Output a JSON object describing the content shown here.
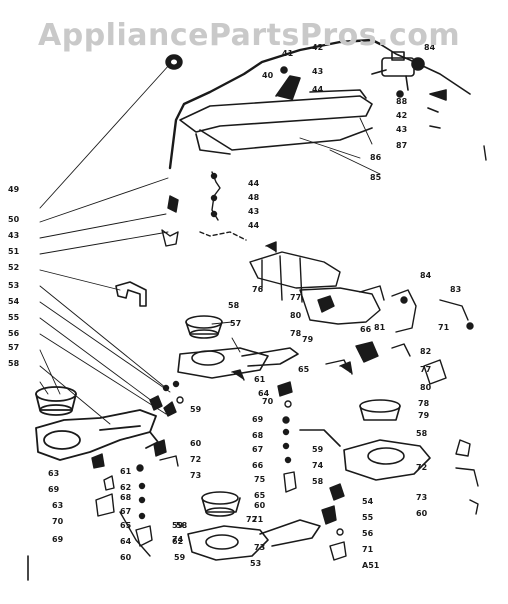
{
  "watermark": "AppliancePartsPros.com",
  "ink": "#1a1a1a",
  "labels": [
    "40",
    "41",
    "42",
    "43",
    "44",
    "84",
    "88",
    "42",
    "43",
    "87",
    "86",
    "85",
    "44",
    "48",
    "43",
    "44",
    "49",
    "50",
    "43",
    "51",
    "52",
    "53",
    "54",
    "55",
    "56",
    "57",
    "58",
    "76",
    "58",
    "57",
    "59",
    "60",
    "72",
    "61",
    "73",
    "64",
    "84",
    "83",
    "77",
    "80",
    "78",
    "66",
    "81",
    "79",
    "82",
    "71",
    "80",
    "77",
    "78",
    "79",
    "58",
    "70",
    "65",
    "69",
    "68",
    "67",
    "66",
    "75",
    "65",
    "60",
    "59",
    "74",
    "58",
    "71",
    "72",
    "73",
    "60",
    "59",
    "62",
    "63",
    "69",
    "61",
    "62",
    "63",
    "70",
    "69",
    "68",
    "67",
    "65",
    "64",
    "60",
    "59",
    "58",
    "74",
    "72",
    "73",
    "53",
    "54",
    "55",
    "56",
    "71",
    "A51"
  ]
}
